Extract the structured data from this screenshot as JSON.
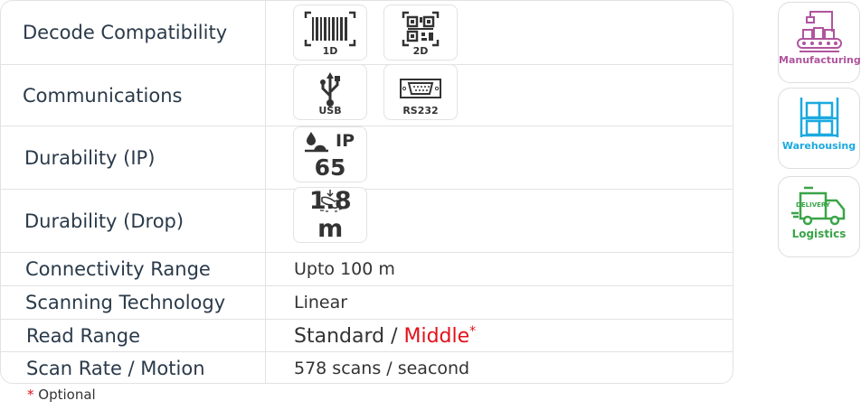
{
  "specs": [
    {
      "label": "Decode Compatibility",
      "icons": [
        {
          "name": "barcode-1d-icon",
          "caption": "1D"
        },
        {
          "name": "qr-code-2d-icon",
          "caption": "2D"
        }
      ]
    },
    {
      "label": "Communications",
      "icons": [
        {
          "name": "usb-icon",
          "caption": "USB"
        },
        {
          "name": "rs232-icon",
          "caption": "RS232"
        }
      ]
    },
    {
      "label": "Durability (IP)",
      "icon": {
        "name": "water-drop-icon",
        "tag": "IP",
        "value": "65"
      }
    },
    {
      "label": "Durability (Drop)",
      "icon": {
        "name": "drop-test-icon",
        "value": "1.8 m"
      }
    },
    {
      "label": "Connectivity Range",
      "value": "Upto 100 m"
    },
    {
      "label": "Scanning Technology",
      "value": "Linear"
    },
    {
      "label": "Read Range",
      "value": "Standard / ",
      "value_highlight": "Middle",
      "marker": "*"
    },
    {
      "label": "Scan Rate / Motion",
      "value": "578 scans / seacond"
    }
  ],
  "footnote": {
    "marker": "*",
    "text": " Optional"
  },
  "industries": [
    {
      "label": "Manufacturing",
      "color": "#b0559e"
    },
    {
      "label": "Warehousing",
      "color": "#1ba9e0"
    },
    {
      "label": "Logistics",
      "color": "#3aa548"
    }
  ]
}
